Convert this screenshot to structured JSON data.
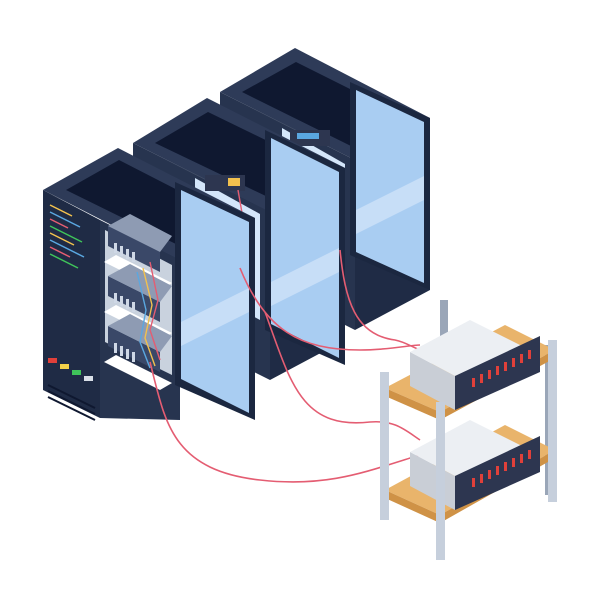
{
  "scene": {
    "subject": "isometric-server-room-icon",
    "background": "#ffffff",
    "colors": {
      "rack_front": "#1f2b45",
      "rack_side": "#27344f",
      "rack_top": "#2e3b58",
      "rack_vent": "#0f1830",
      "glass": "#a9cdf2",
      "glass_light": "#d4e6fa",
      "glass_frame": "#1b2740",
      "shelf": "#ffffff",
      "shelf_shadow": "#c9d2de",
      "server_unit": "#3a4868",
      "server_unit_top": "#8e9bb3",
      "cable_pink": "#e45d72",
      "cable_yellow": "#f2c14e",
      "cable_blue": "#5aa7e0",
      "led_red": "#e0403a",
      "led_yellow": "#f2d14a",
      "led_green": "#3fc35a",
      "stand_wood": "#e9b46b",
      "stand_wood_dark": "#cf9246",
      "stand_leg": "#c6cfdc",
      "stand_leg_dark": "#9aa6b8",
      "box_top": "#eceff3",
      "box_side": "#c9ced6",
      "box_front": "#2d3650"
    },
    "racks": [
      {
        "name": "rack-front",
        "door": "open"
      },
      {
        "name": "rack-middle",
        "door": "open"
      },
      {
        "name": "rack-back",
        "door": "open"
      }
    ],
    "stand": {
      "shelves": 2,
      "units": 2
    }
  }
}
